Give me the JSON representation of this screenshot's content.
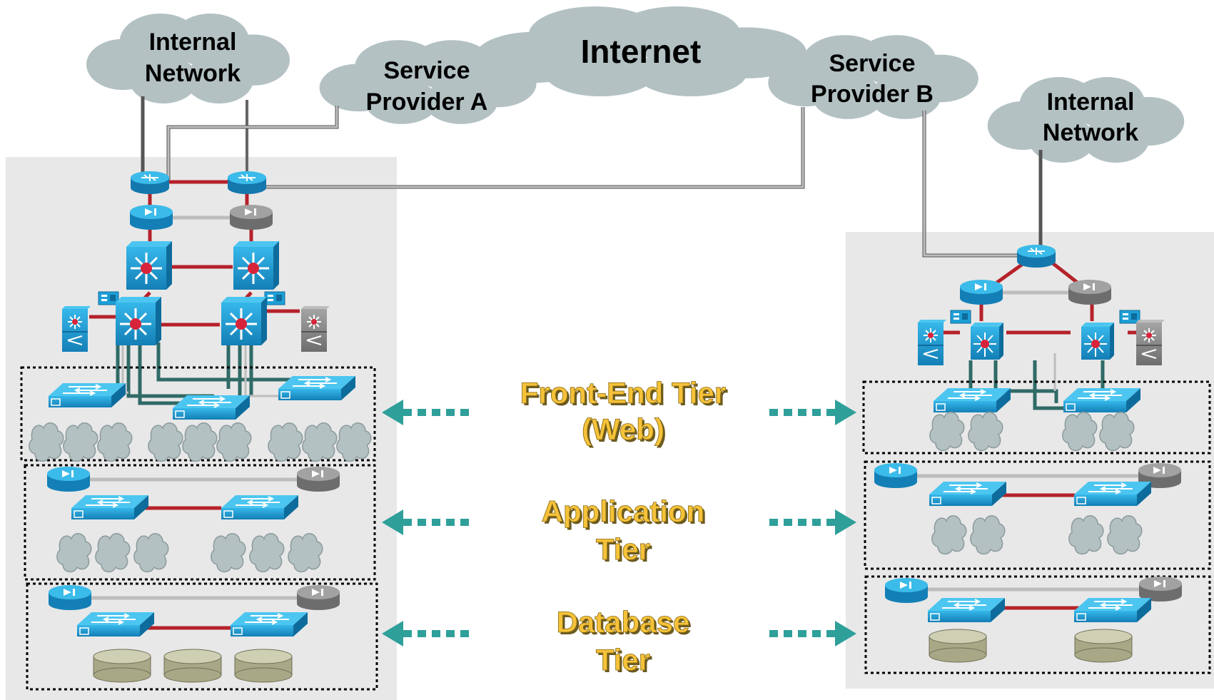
{
  "clouds": {
    "internet": "Internet",
    "provider_a": [
      "Service",
      "Provider A"
    ],
    "provider_b": [
      "Service",
      "Provider B"
    ],
    "internal_left": [
      "Internal",
      "Network"
    ],
    "internal_right": [
      "Internal",
      "Network"
    ]
  },
  "tiers": {
    "front_end": [
      "Front-End Tier",
      "(Web)"
    ],
    "application": [
      "Application",
      "Tier"
    ],
    "database": [
      "Database",
      "Tier"
    ]
  },
  "colors": {
    "cloud": "#b3c1c3",
    "device_blue": "#1e9fd6",
    "device_gray": "#8a8a8a",
    "link_red": "#b5222a",
    "link_gray": "#bdbdbd",
    "link_green": "#2f6a66",
    "tier_text": "#f5c23a",
    "arrow": "#2f9f9a",
    "site_bg": "#e8e8e8",
    "disk": "#b9b99a"
  },
  "icons": {
    "router": "router-icon",
    "firewall": "firewall-icon",
    "layer3_switch": "multilayer-switch-icon",
    "access_switch": "workgroup-switch-icon",
    "server": "server-cloud-icon",
    "database": "database-disk-icon",
    "service_module": "service-module-icon"
  }
}
